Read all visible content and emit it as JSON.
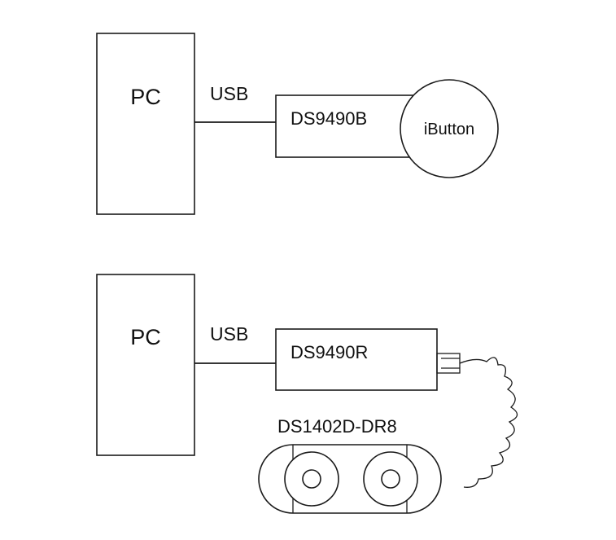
{
  "diagram": {
    "top": {
      "pc_label": "PC",
      "link_label": "USB",
      "adapter_label": "DS9490B",
      "device_label": "iButton"
    },
    "bottom": {
      "pc_label": "PC",
      "link_label": "USB",
      "adapter_label": "DS9490R",
      "device_label": "DS1402D-DR8"
    }
  }
}
